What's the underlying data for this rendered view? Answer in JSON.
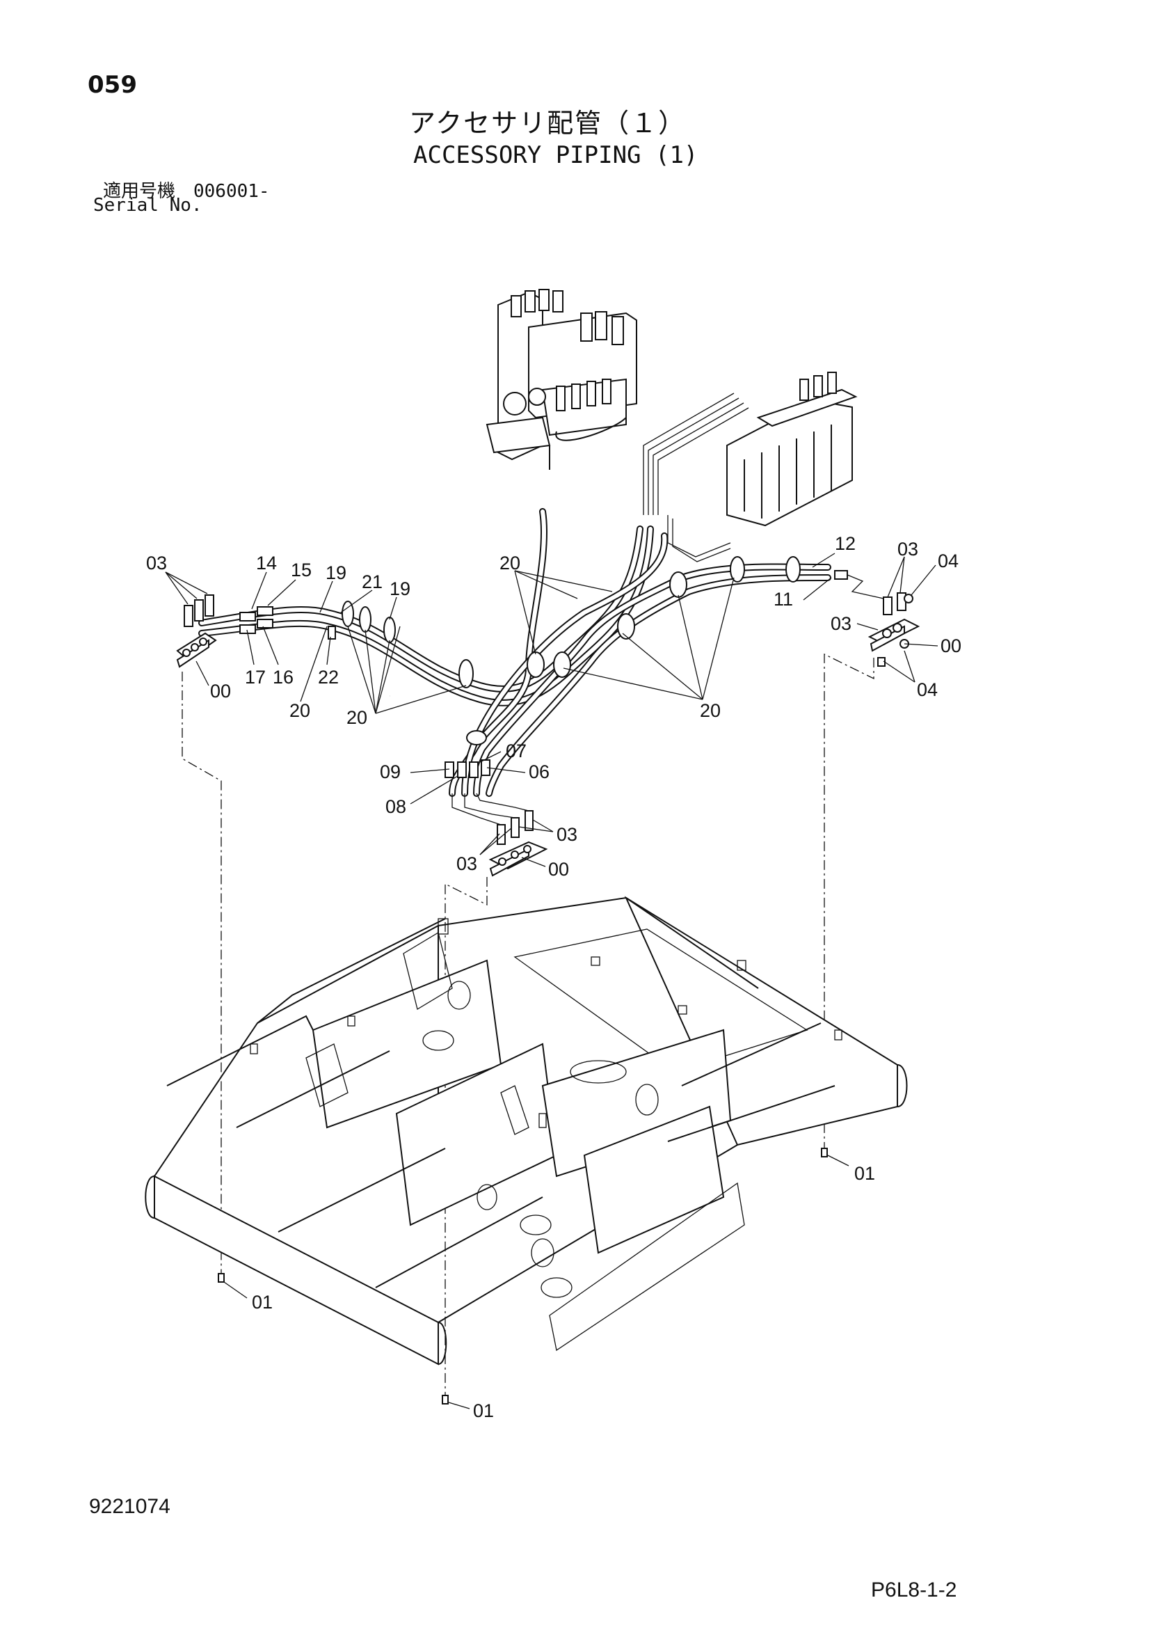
{
  "header": {
    "page_number": "059",
    "title_ja": "アクセサリ配管（１）",
    "title_en": "ACCESSORY PIPING (1)",
    "serial_ja": "適用号機　006001-",
    "serial_en": "Serial No."
  },
  "footer": {
    "doc_number": "9221074",
    "ref_code": "P6L8-1-2"
  },
  "callouts": {
    "c03_top_left": "03",
    "c14": "14",
    "c15": "15",
    "c19_a": "19",
    "c21": "21",
    "c19_b": "19",
    "c20_top": "20",
    "c12": "12",
    "c03_top_right": "03",
    "c04_top": "04",
    "c11": "11",
    "c03_right": "03",
    "c00_right": "00",
    "c04_bottom": "04",
    "c00_left": "00",
    "c17": "17",
    "c16": "16",
    "c22": "22",
    "c20_left_a": "20",
    "c20_left_b": "20",
    "c20_right": "20",
    "c07": "07",
    "c09": "09",
    "c06": "06",
    "c08": "08",
    "c03_center_right": "03",
    "c03_center_left": "03",
    "c00_center": "00",
    "c01_right": "01",
    "c01_left": "01",
    "c01_bottom": "01"
  }
}
